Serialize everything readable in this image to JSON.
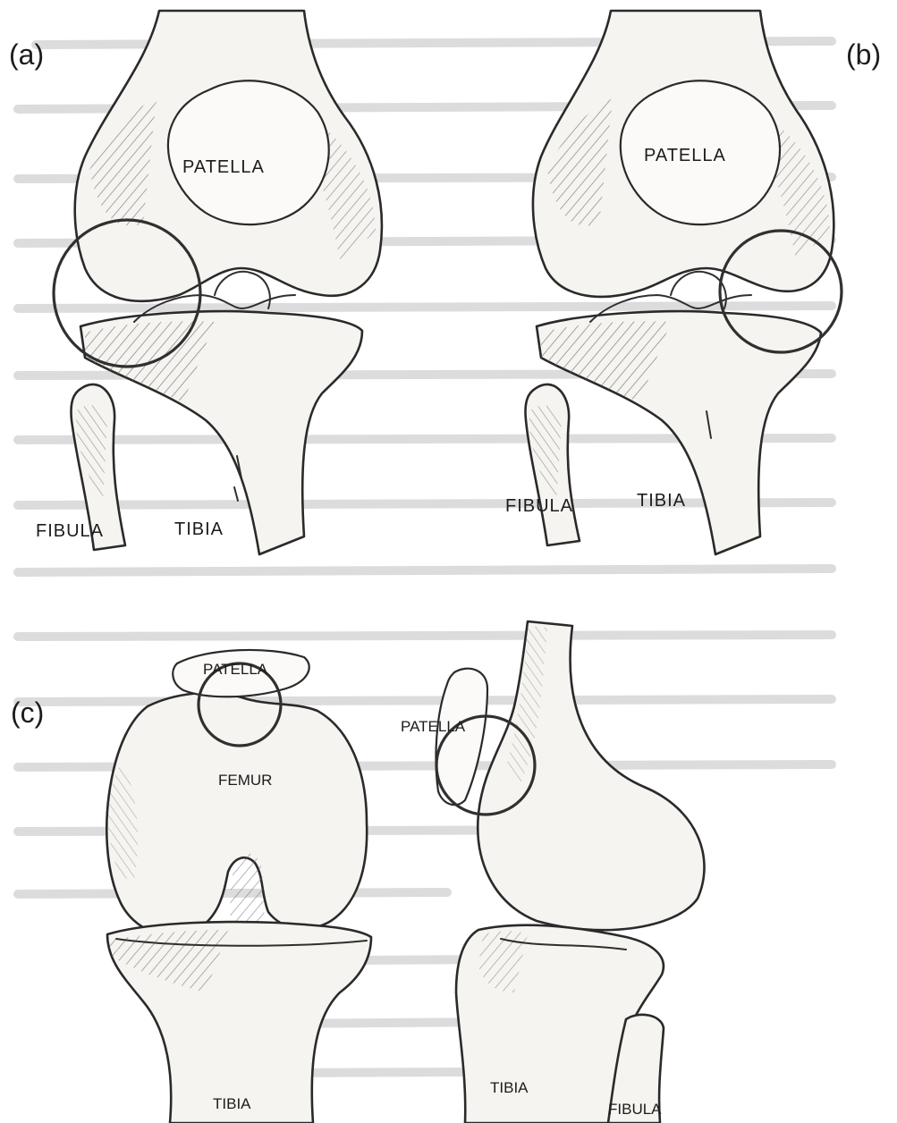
{
  "panels": {
    "a": {
      "panel_label": "(a)",
      "labels": {
        "patella": "PATELLA",
        "fibula": "FIBULA",
        "tibia": "TIBIA"
      }
    },
    "b": {
      "panel_label": "(b)",
      "labels": {
        "patella": "PATELLA",
        "fibula": "FIBULA",
        "tibia": "TIBIA"
      }
    },
    "c": {
      "panel_label": "(c)",
      "front_view": {
        "patella": "PATELLA",
        "femur": "FEMUR",
        "tibia": "TIBIA"
      },
      "side_view": {
        "patella": "PATELLA",
        "tibia": "TIBIA",
        "fibula": "FIBULA"
      }
    }
  },
  "colors": {
    "line": "#2a2a2a",
    "bone_fill": "#f6f4f0",
    "background": "#ffffff"
  }
}
